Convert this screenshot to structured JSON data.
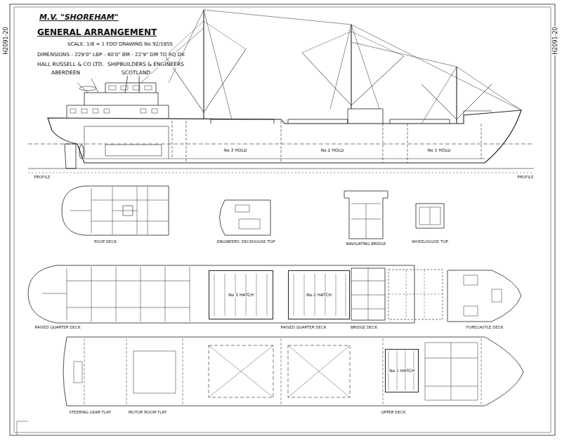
{
  "diagram": {
    "title": "M.V. \"SHOREHAM\"",
    "nodes": [
      {
        "text": [
          "No 3 HATCH"
        ]
      },
      {
        "text": [
          "No 2 HATCH"
        ]
      },
      {
        "text": [
          "No 1 HATCH"
        ]
      }
    ],
    "labels": [
      "GENERAL ARRANGEMENT",
      "SCALE: 1/8 = 1 FOOT",
      "DRAWING No 92/1855",
      "DIMENSIONS - 229'0\" LBP - 40'0\" BM - 22'9\" DM TO RQ DK",
      "HALL RUSSELL & CO LTD.",
      "SHIPBUILDERS & ENGINEERS",
      "ABERDEEN",
      "SCOTLAND",
      "No 3 HOLD",
      "No 2 HOLD",
      "No 1 HOLD",
      "PROFILE",
      "PROFILE",
      "POOP DECK",
      "ENGINEERS' DECKHOUSE TOP",
      "NAVIGATING BRIDGE",
      "WHEELHOUSE TOP",
      "RAISED QUARTER DECK",
      "RAISED QUARTER DECK",
      "BRIDGE DECK",
      "FORECASTLE DECK",
      "STEERING GEAR FLAT",
      "MOTOR ROOM FLAT",
      "UPPER DECK",
      "H2091-20",
      "H2091-20"
    ]
  }
}
